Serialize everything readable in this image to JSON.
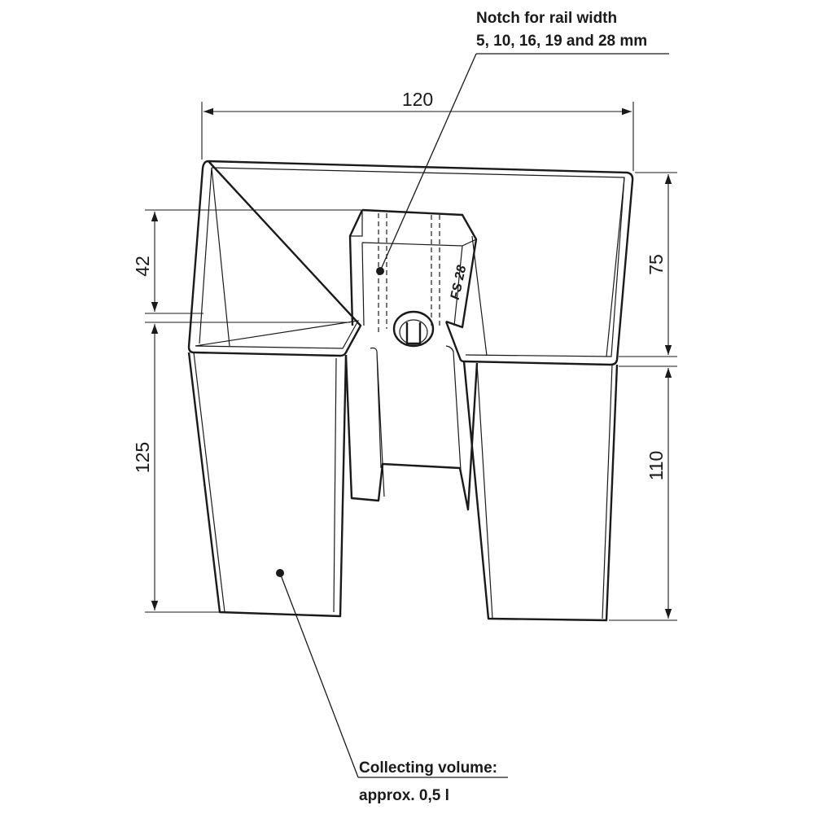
{
  "dimensions": {
    "width_top": "120",
    "inner_height": "42",
    "outer_height_left": "125",
    "upper_height_right": "75",
    "lower_height_right": "110"
  },
  "notes": {
    "notch_line1": "Notch for rail width",
    "notch_line2": "5, 10, 16, 19 and 28 mm",
    "volume_line1": "Collecting volume:",
    "volume_line2": "approx. 0,5 l"
  },
  "part_marking": "FS 28"
}
